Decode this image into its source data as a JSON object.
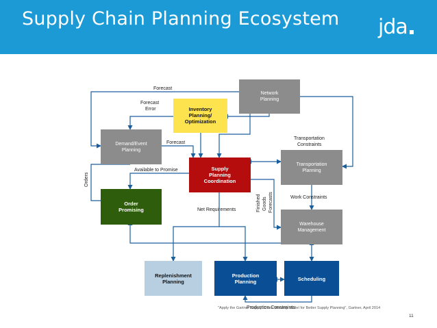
{
  "header": {
    "title": "Supply Chain Planning Ecosystem",
    "logo_text": "jda",
    "background_color": "#1b9ad6"
  },
  "diagram": {
    "nodes": {
      "network_planning": {
        "lines": [
          "Network",
          "Planning"
        ],
        "color": "#8c8c8c"
      },
      "inventory_planning": {
        "lines": [
          "Inventory",
          "Planning/",
          "Optimization"
        ],
        "color": "#fde34e"
      },
      "demand_event_planning": {
        "lines": [
          "Demand/Event",
          "Planning"
        ],
        "color": "#8c8c8c"
      },
      "supply_planning_coordination": {
        "lines": [
          "Supply",
          "Planning",
          "Coordination"
        ],
        "color": "#b50d0d"
      },
      "transportation_planning": {
        "lines": [
          "Transportation",
          "Planning"
        ],
        "color": "#8c8c8c"
      },
      "order_promising": {
        "lines": [
          "Order",
          "Promising"
        ],
        "color": "#2e5e0c"
      },
      "warehouse_management": {
        "lines": [
          "Warehouse",
          "Management"
        ],
        "color": "#8c8c8c"
      },
      "replenishment_planning": {
        "lines": [
          "Replenishment",
          "Planning"
        ],
        "color": "#b7cfe0"
      },
      "production_planning": {
        "lines": [
          "Production",
          "Planning"
        ],
        "color": "#0a4e96"
      },
      "scheduling": {
        "lines": [
          "Scheduling"
        ],
        "color": "#0a4e96"
      }
    },
    "edge_labels": {
      "forecast_top": "Forecast",
      "forecast_error": [
        "Forecast",
        "Error"
      ],
      "forecast_mid": "Forecast",
      "available_to_promise": "Available to Promise",
      "orders": "Orders",
      "net_requirements": "Net Requirements",
      "finished_goods_forecasts": [
        "Finished",
        "Goods",
        "Forecasts"
      ],
      "transportation_constraints": [
        "Transportation",
        "Constraints"
      ],
      "work_constraints": "Work Constraints",
      "production_constraints": "Production Constraints"
    },
    "line_color": "#1b5e9c"
  },
  "footer": {
    "footnote": "\"Apply the Gartner Supply Chain Maturity Model for Better Supply Planning\", Gartner, April 2014",
    "page_number": "11"
  }
}
